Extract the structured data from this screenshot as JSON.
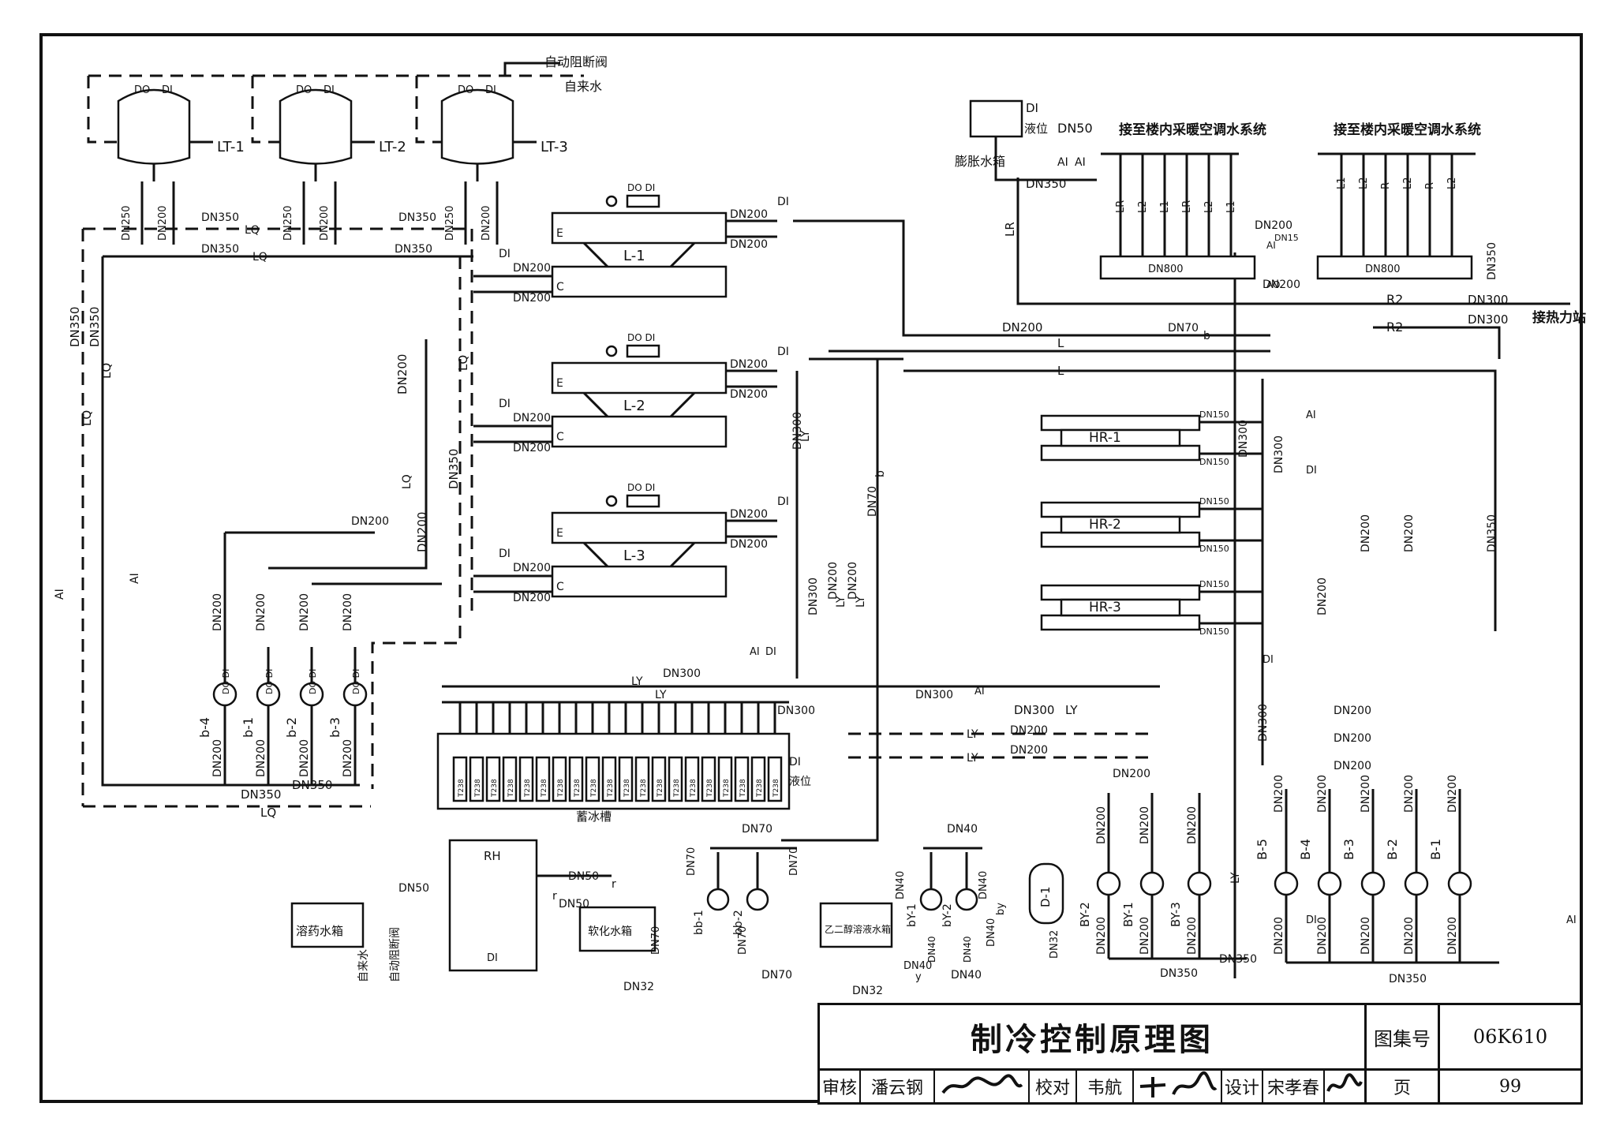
{
  "title_block": {
    "drawing_title": "制冷控制原理图",
    "atlas_label": "图集号",
    "atlas_no": "06K610",
    "review_label": "审核",
    "reviewer": "潘云钢",
    "check_label": "校对",
    "checker": "韦航",
    "design_label": "设计",
    "designer": "宋孝春",
    "page_label": "页",
    "page_no": "99"
  },
  "labels": {
    "auto_valve_top": "自动阻断阀",
    "tap_water_top": "自来水",
    "expansion_tank": "膨胀水箱",
    "level": "液位",
    "bldg_sys_1": "接至楼内采暖空调水系统",
    "bldg_sys_2": "接至楼内采暖空调水系统",
    "heat_station": "接热力站",
    "ice_tank": "蓄冰槽",
    "dosing_tank": "溶药水箱",
    "softened_tank": "软化水箱",
    "glycol_tank": "乙二醇溶液水箱",
    "tap_water_bottom": "自来水",
    "auto_valve_bottom": "自动阻断阀",
    "level_2": "液位"
  },
  "equipment": {
    "towers": [
      "LT-1",
      "LT-2",
      "LT-3"
    ],
    "chillers": [
      "L-1",
      "L-2",
      "L-3"
    ],
    "heat_exchangers": [
      "HR-1",
      "HR-2",
      "HR-3"
    ],
    "primary_pumps": [
      "b-4",
      "b-1",
      "b-2",
      "b-3"
    ],
    "secondary_pumps": [
      "B-5",
      "B-4",
      "B-3",
      "B-2",
      "B-1"
    ],
    "glycol_pumps": [
      "BY-2",
      "BY-1",
      "BY-3"
    ],
    "makeup_pumps": [
      "bb-1",
      "bb-2"
    ],
    "glycol_makeup_pumps": [
      "bY-1",
      "bY-2"
    ],
    "softener": "RH",
    "vessel": "D-1",
    "header": "DN800",
    "ice_coils": [
      "T238",
      "T238",
      "T238",
      "T238",
      "T238",
      "T238",
      "T238",
      "T238",
      "T238",
      "T238",
      "T238",
      "T238",
      "T238",
      "T238",
      "T238",
      "T238",
      "T238",
      "T238",
      "T238",
      "T238"
    ]
  },
  "pipe_labels": {
    "dn350": "DN350",
    "dn300": "DN300",
    "dn250": "DN250",
    "dn200": "DN200",
    "dn150": "DN150",
    "dn70": "DN70",
    "dn50": "DN50",
    "dn40": "DN40",
    "dn32": "DN32",
    "dn15": "DN15",
    "lq": "LQ",
    "ly": "LY",
    "l": "L",
    "lr": "LR",
    "r2": "R2",
    "b": "b",
    "by": "by",
    "r": "r",
    "l1": "L1",
    "l2": "L2",
    "r_lbl": "R"
  },
  "signals": {
    "ai": "AI",
    "ao": "AO",
    "di": "DI",
    "do": "DO",
    "dodi": "DO DI",
    "e": "E",
    "c": "C",
    "di_tag": "DI",
    "y": "y"
  }
}
